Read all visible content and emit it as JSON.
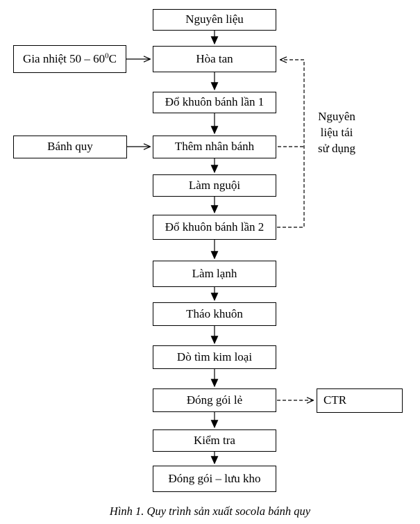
{
  "flowchart": {
    "steps": [
      {
        "label": "Nguyên liệu"
      },
      {
        "label": "Hòa tan"
      },
      {
        "label": "Đổ khuôn bánh lần 1"
      },
      {
        "label": "Thêm nhân bánh"
      },
      {
        "label": "Làm nguội"
      },
      {
        "label": "Đổ khuôn bánh lần 2"
      },
      {
        "label": "Làm lạnh"
      },
      {
        "label": "Tháo khuôn"
      },
      {
        "label": "Dò tìm kim loại"
      },
      {
        "label": "Đóng gói lẻ"
      },
      {
        "label": "Kiểm tra"
      },
      {
        "label": "Đóng gói – lưu kho"
      }
    ],
    "inputs": {
      "heating": {
        "label_prefix": "Gia nhiệt 50 – 60",
        "label_sup": "0",
        "label_suffix": "C"
      },
      "biscuit": {
        "label": "Bánh quy"
      }
    },
    "output_box": {
      "label": "CTR"
    },
    "recycle_note": {
      "lines": [
        "Nguyên",
        "liệu tái",
        "sử dụng"
      ]
    },
    "caption": "Hình 1. Quy trình sản xuất socola bánh quy",
    "colors": {
      "line": "#000000",
      "background": "#ffffff"
    }
  }
}
